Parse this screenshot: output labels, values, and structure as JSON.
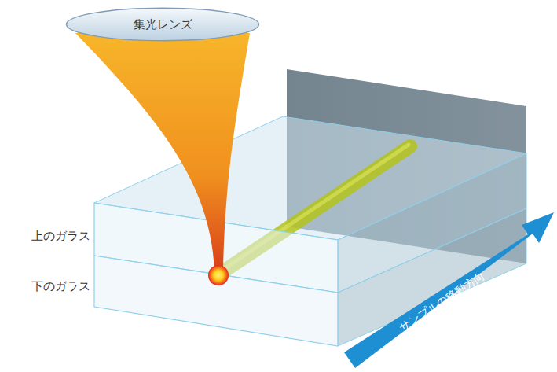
{
  "diagram": {
    "nodes": [
      {
        "text": [
          "集光レンズ"
        ]
      }
    ],
    "labels": [
      "上のガラス",
      "下のガラス",
      "サンプルの移動方向"
    ]
  }
}
